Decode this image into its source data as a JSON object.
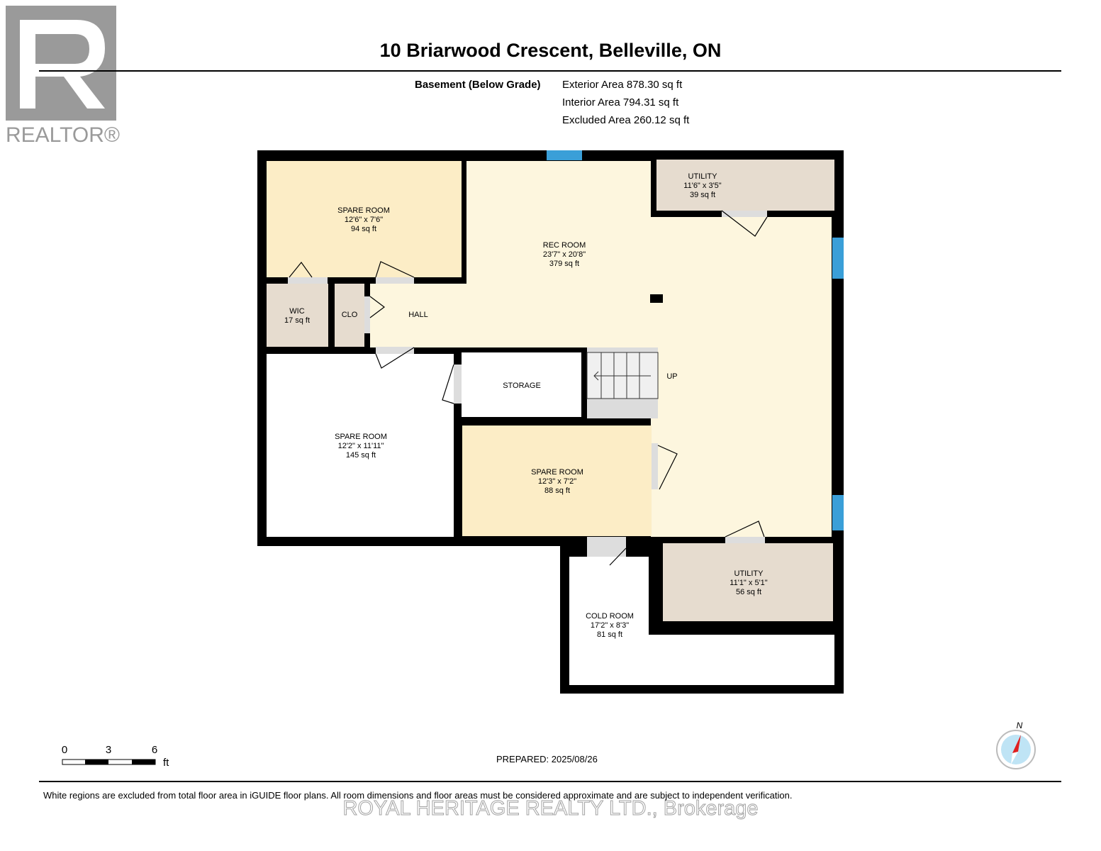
{
  "logo": {
    "text": "REALTOR®"
  },
  "header": {
    "title": "10 Briarwood Crescent, Belleville, ON"
  },
  "summary": {
    "level": "Basement (Below Grade)",
    "exterior": "Exterior Area 878.30 sq ft",
    "interior": "Interior Area 794.31 sq ft",
    "excluded": "Excluded Area 260.12 sq ft"
  },
  "rooms": {
    "spare1": {
      "name": "SPARE ROOM",
      "dims": "12'6\" x 7'6\"",
      "area": "94 sq ft"
    },
    "rec": {
      "name": "REC ROOM",
      "dims": "23'7\" x 20'8\"",
      "area": "379 sq ft"
    },
    "utility1": {
      "name": "UTILITY",
      "dims": "11'6\" x 3'5\"",
      "area": "39 sq ft"
    },
    "wic": {
      "name": "WIC",
      "area": "17 sq ft"
    },
    "clo": {
      "name": "CLO"
    },
    "hall": {
      "name": "HALL"
    },
    "storage": {
      "name": "STORAGE"
    },
    "stairs": {
      "label": "UP"
    },
    "spare2": {
      "name": "SPARE ROOM",
      "dims": "12'2\" x 11'11\"",
      "area": "145 sq ft"
    },
    "spare3": {
      "name": "SPARE ROOM",
      "dims": "12'3\" x 7'2\"",
      "area": "88 sq ft"
    },
    "utility2": {
      "name": "UTILITY",
      "dims": "11'1\" x 5'1\"",
      "area": "56 sq ft"
    },
    "cold": {
      "name": "COLD ROOM",
      "dims": "17'2\" x 8'3\"",
      "area": "81 sq ft"
    }
  },
  "colors": {
    "wall": "#000000",
    "spare": "#fcedc6",
    "rec": "#fdf6de",
    "utility": "#e6dccf",
    "stairs": "#dcdcdc",
    "window": "#3a9fd8"
  },
  "scale": {
    "ticks": [
      "0",
      "3",
      "6"
    ],
    "unit": "ft"
  },
  "compass": {
    "label": "N"
  },
  "footer": {
    "prepared": "PREPARED: 2025/08/26",
    "disclaimer": "White regions are excluded from total floor area in iGUIDE floor plans. All room dimensions and floor areas must be considered approximate and are subject to independent verification.",
    "watermark": "ROYAL HERITAGE REALTY LTD., Brokerage"
  }
}
